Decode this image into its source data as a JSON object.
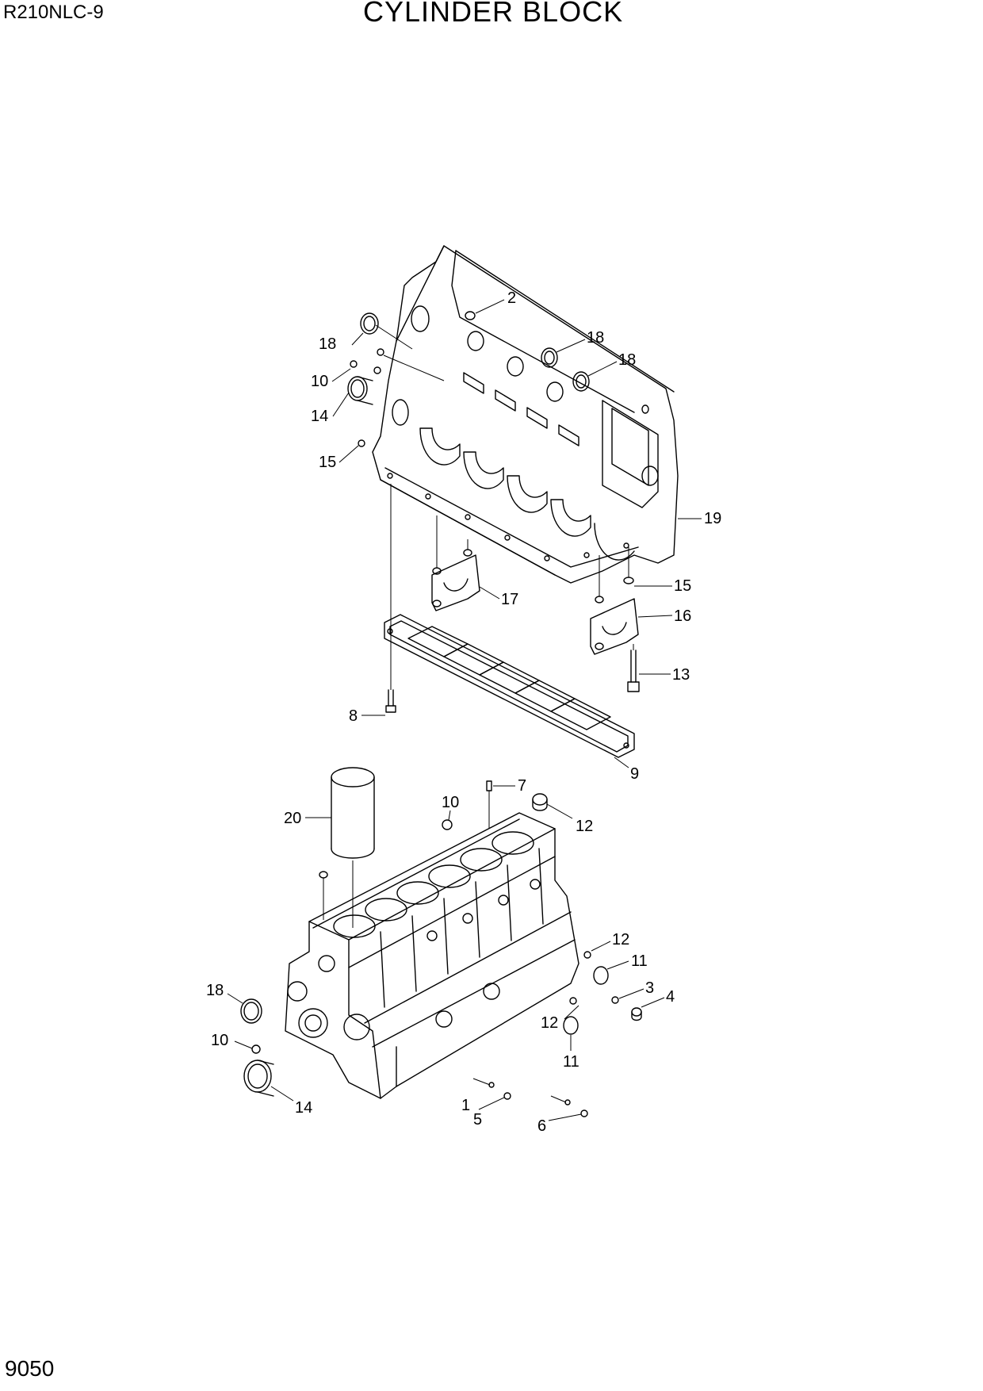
{
  "header": {
    "model": "R210NLC-9",
    "title": "CYLINDER BLOCK"
  },
  "footer": {
    "page_number": "9050"
  },
  "callouts": {
    "c_2": "2",
    "c_18a": "18",
    "c_18b": "18",
    "c_18c": "18",
    "c_10a": "10",
    "c_14a": "14",
    "c_15a": "15",
    "c_19": "19",
    "c_17": "17",
    "c_15b": "15",
    "c_16": "16",
    "c_13": "13",
    "c_8": "8",
    "c_9": "9",
    "c_20": "20",
    "c_10b": "10",
    "c_7": "7",
    "c_12a": "12",
    "c_12b": "12",
    "c_11a": "11",
    "c_3": "3",
    "c_4": "4",
    "c_12c": "12",
    "c_11b": "11",
    "c_18d": "18",
    "c_10c": "10",
    "c_14b": "14",
    "c_1": "1",
    "c_5": "5",
    "c_6": "6"
  }
}
